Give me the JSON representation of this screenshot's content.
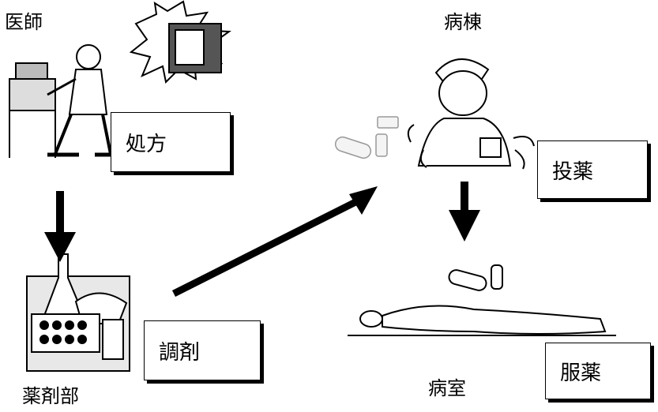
{
  "locations": {
    "doctor": "医師",
    "ward": "病棟",
    "pharmacy": "薬剤部",
    "room": "病室"
  },
  "steps": {
    "prescribe": "処方",
    "dispense": "調剤",
    "administer": "投薬",
    "take": "服薬"
  }
}
